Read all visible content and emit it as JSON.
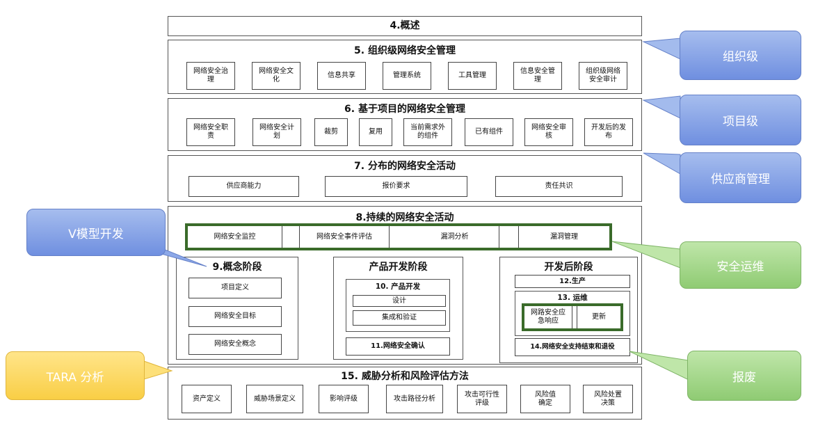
{
  "sections": {
    "overview": "4.概述",
    "org": {
      "title": "5. 组织级网络安全管理",
      "items": [
        "网络安全治\n理",
        "网络安全文\n化",
        "信息共享",
        "管理系统",
        "工具管理",
        "信息安全管\n理",
        "组织级网络\n安全审计"
      ]
    },
    "project": {
      "title": "6. 基于项目的网络安全管理",
      "items": [
        "网络安全职\n责",
        "网络安全计\n划",
        "裁剪",
        "复用",
        "当前需求外\n的组件",
        "已有组件",
        "网络安全审\n核",
        "开发后的发\n布"
      ]
    },
    "distributed": {
      "title": "7. 分布的网络安全活动",
      "items": [
        "供应商能力",
        "报价要求",
        "责任共识"
      ]
    },
    "continuous": {
      "title": "8.持续的网络安全活动",
      "items": [
        "网络安全监控",
        "网络安全事件评估",
        "漏洞分析",
        "漏洞管理"
      ]
    },
    "concept": {
      "title": "9.概念阶段",
      "items": [
        "项目定义",
        "网络安全目标",
        "网络安全概念"
      ]
    },
    "product": {
      "title": "产品开发阶段",
      "sub_title": "10. 产品开发",
      "sub_items": [
        "设计",
        "集成和验证"
      ],
      "validation": "11.网络安全确认"
    },
    "post": {
      "title": "开发后阶段",
      "production": "12.生产",
      "ops_title": "13. 运维",
      "ops_items": [
        "网路安全应\n急响应",
        "更新"
      ],
      "decommission": "14.网络安全支持结束和退役"
    },
    "tara": {
      "title": "15. 威胁分析和风险评估方法",
      "items": [
        "资产定义",
        "威胁场景定义",
        "影响评级",
        "攻击路径分析",
        "攻击可行性\n评级",
        "风险值\n确定",
        "风险处置\n决策"
      ]
    }
  },
  "callouts": {
    "org_level": "组织级",
    "project_level": "项目级",
    "supplier": "供应商管理",
    "v_model": "V模型开发",
    "security_ops": "安全运维",
    "tara": "TARA 分析",
    "scrap": "报废"
  },
  "colors": {
    "blue_callout": "#7f9ee6",
    "green_callout": "#9fd485",
    "yellow_callout": "#fbd35a",
    "green_highlight": "#3a6b2a"
  }
}
